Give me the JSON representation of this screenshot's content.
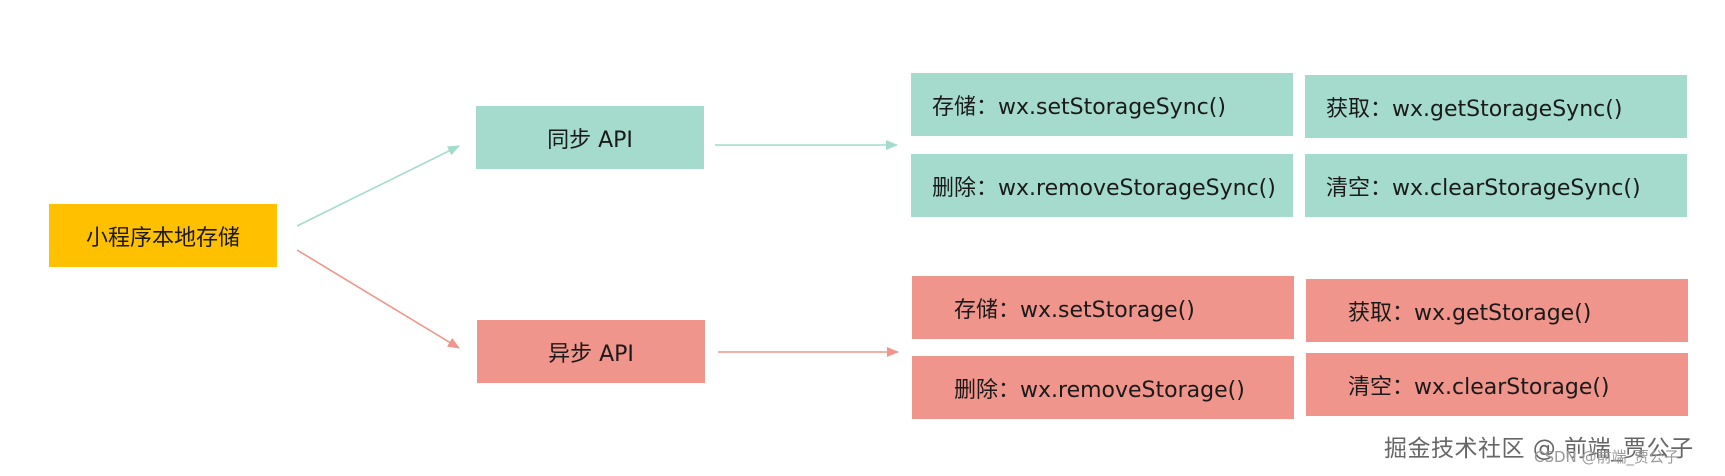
{
  "root": {
    "label": "小程序本地存储"
  },
  "branches": [
    {
      "key": "sync",
      "label": "同步 API",
      "color": "#A4DBCC",
      "methods": [
        "存储：wx.setStorageSync()",
        "获取：wx.getStorageSync()",
        "删除：wx.removeStorageSync()",
        "清空：wx.clearStorageSync()"
      ]
    },
    {
      "key": "async",
      "label": "异步 API",
      "color": "#F0958B",
      "methods": [
        "存储：wx.setStorage()",
        "获取：wx.getStorage()",
        "删除：wx.removeStorage()",
        "清空：wx.clearStorage()"
      ]
    }
  ],
  "colors": {
    "root": "#FFC000",
    "sync_arrow": "#A4DBCC",
    "async_arrow": "#F0958B"
  },
  "watermark": {
    "main": "掘金技术社区 @ 前端_贾公子",
    "sub": "CSDN @前端_贾公子"
  }
}
